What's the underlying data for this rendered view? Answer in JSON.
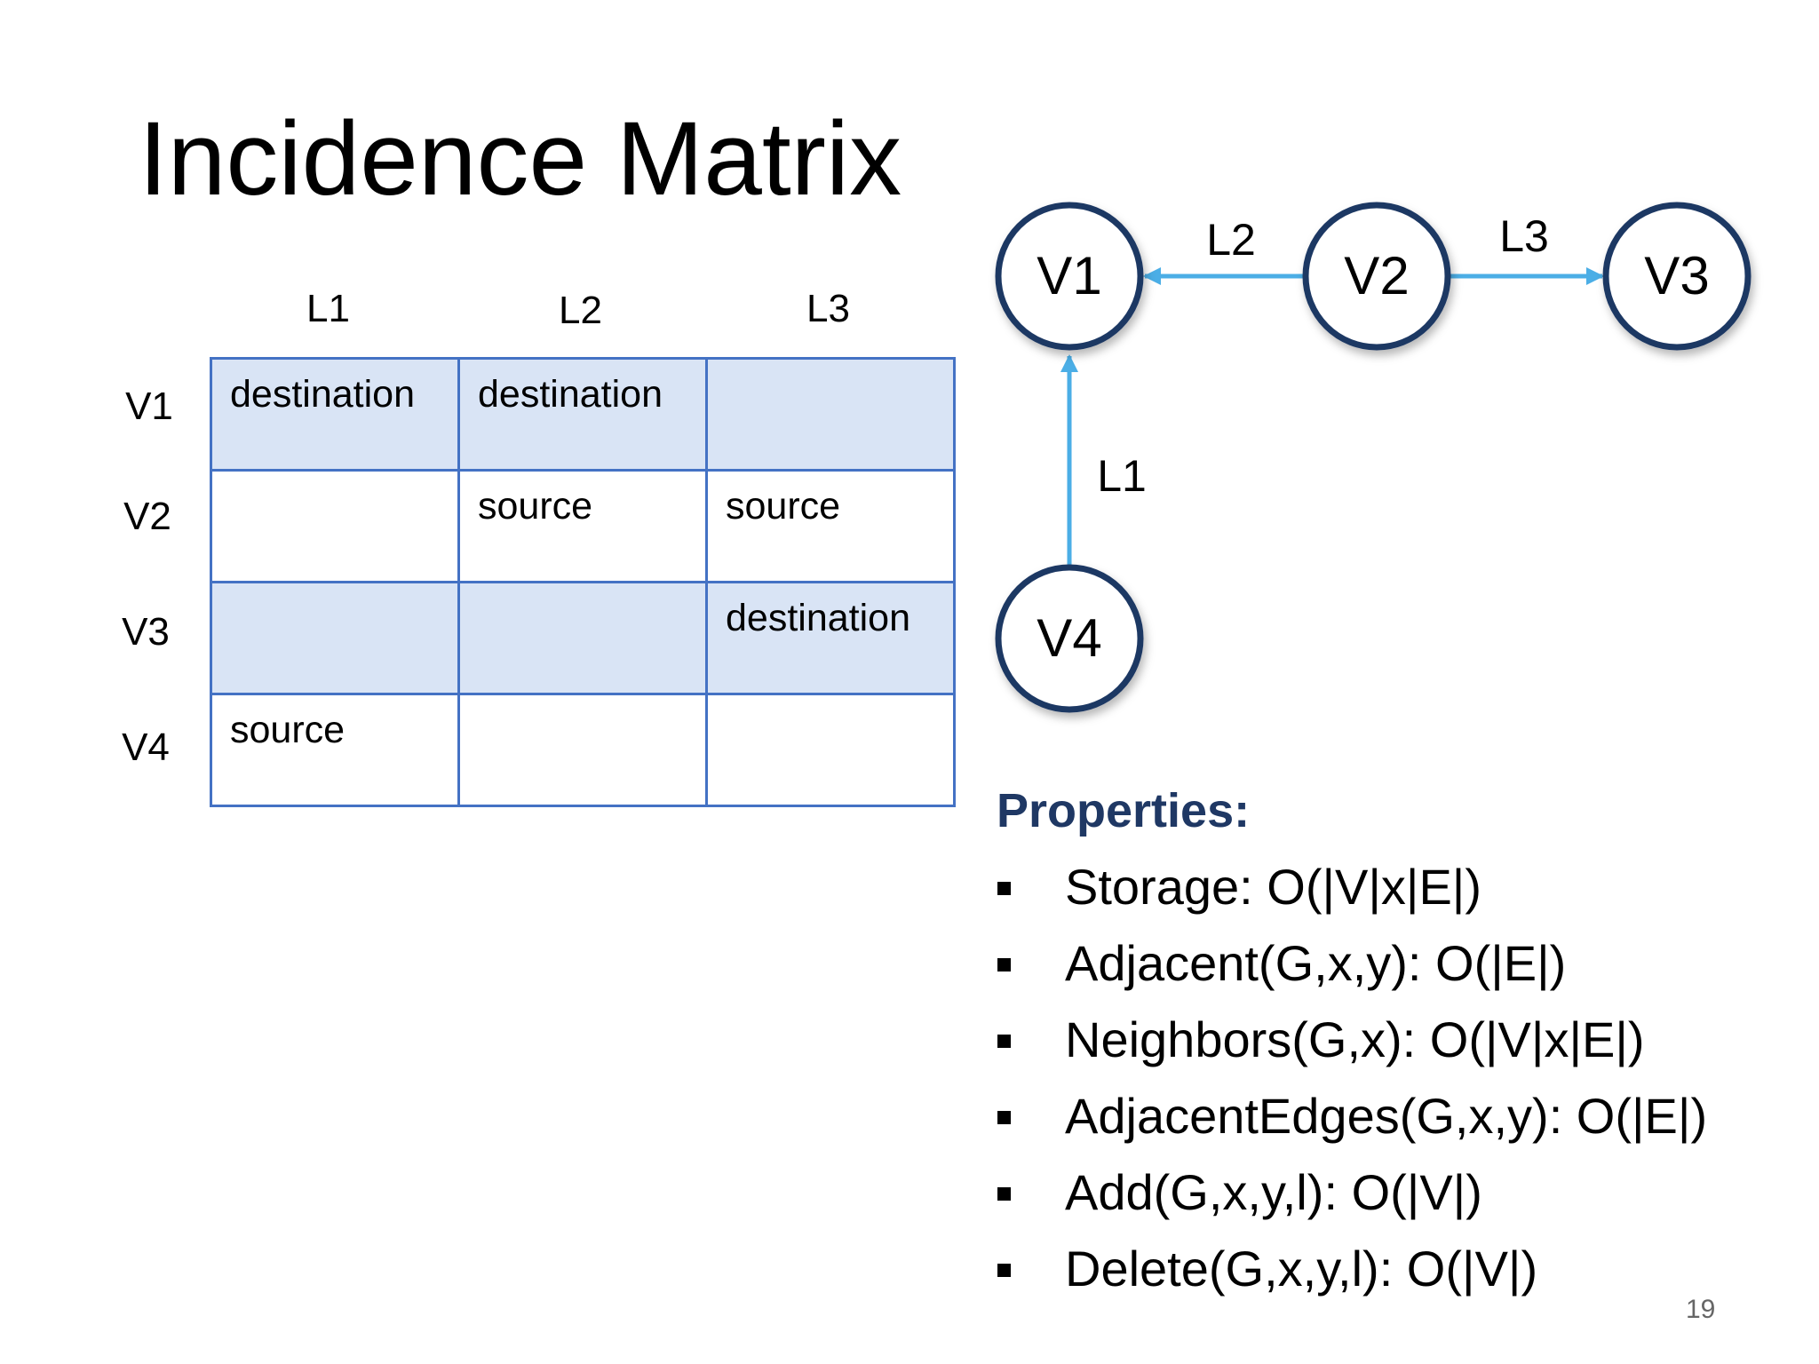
{
  "slide": {
    "title": "Incidence Matrix",
    "page_number": "19"
  },
  "matrix": {
    "columns": [
      "L1",
      "L2",
      "L3"
    ],
    "rows": [
      {
        "label": "V1",
        "cells": [
          "destination",
          "destination",
          ""
        ]
      },
      {
        "label": "V2",
        "cells": [
          "",
          "source",
          "source"
        ]
      },
      {
        "label": "V3",
        "cells": [
          "",
          "",
          "destination"
        ]
      },
      {
        "label": "V4",
        "cells": [
          "source",
          "",
          ""
        ]
      }
    ],
    "colors": {
      "border": "#4472c4",
      "shaded_row": "#d9e4f5"
    }
  },
  "graph": {
    "nodes": [
      "V1",
      "V2",
      "V3",
      "V4"
    ],
    "edges": [
      {
        "label": "L1",
        "from": "V4",
        "to": "V1"
      },
      {
        "label": "L2",
        "from": "V2",
        "to": "V1"
      },
      {
        "label": "L3",
        "from": "V2",
        "to": "V3"
      }
    ],
    "colors": {
      "node_outline": "#1f3864",
      "edge": "#4baee6"
    }
  },
  "properties": {
    "heading": "Properties:",
    "items": [
      "Storage: O(|V|x|E|)",
      "Adjacent(G,x,y): O(|E|)",
      "Neighbors(G,x): O(|V|x|E|)",
      "AdjacentEdges(G,x,y): O(|E|)",
      "Add(G,x,y,l): O(|V|)",
      "Delete(G,x,y,l): O(|V|)"
    ],
    "heading_color": "#1f3864"
  }
}
